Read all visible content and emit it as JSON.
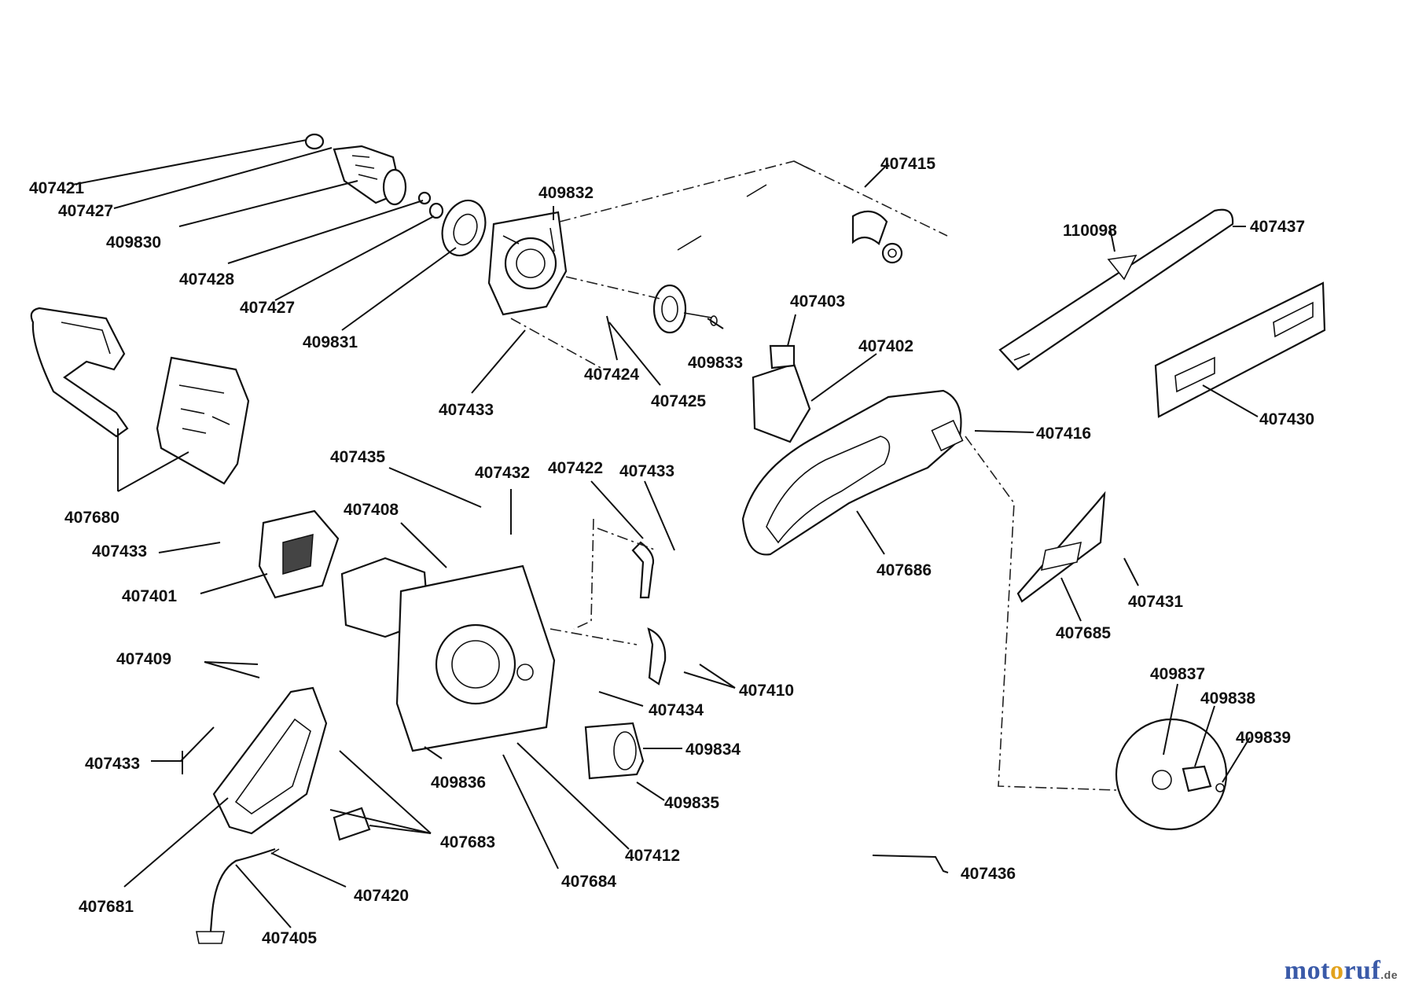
{
  "labels": {
    "407421": "407421",
    "407427a": "407427",
    "409830": "409830",
    "407428": "407428",
    "407427b": "407427",
    "409831": "409831",
    "409832": "409832",
    "407433a": "407433",
    "407424": "407424",
    "407425": "407425",
    "409833": "409833",
    "407415": "407415",
    "110098": "110098",
    "407437": "407437",
    "407403": "407403",
    "407402": "407402",
    "407430": "407430",
    "407416": "407416",
    "407680": "407680",
    "407435": "407435",
    "407432": "407432",
    "407422": "407422",
    "407433b": "407433",
    "407408": "407408",
    "407433c": "407433",
    "407401": "407401",
    "407686": "407686",
    "407431": "407431",
    "407685": "407685",
    "407409": "407409",
    "407410": "407410",
    "407434": "407434",
    "409837": "409837",
    "409838": "409838",
    "409839": "409839",
    "409834": "409834",
    "407433d": "407433",
    "409836": "409836",
    "409835": "409835",
    "407683": "407683",
    "407412": "407412",
    "407681": "407681",
    "407420": "407420",
    "407684": "407684",
    "407436": "407436",
    "407405": "407405"
  },
  "watermark": {
    "part1": "mot",
    "part2": "o",
    "part3": "ruf",
    "tld": ".de"
  }
}
